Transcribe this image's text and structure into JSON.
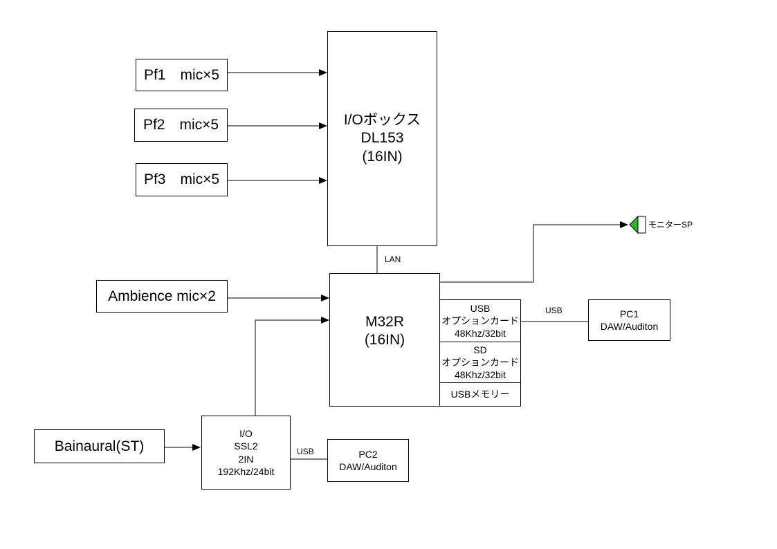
{
  "inputs": {
    "pf1": "Pf1　mic×5",
    "pf2": "Pf2　mic×5",
    "pf3": "Pf3　mic×5",
    "ambience": "Ambience mic×2",
    "binaural": "Bainaural(ST)"
  },
  "io_box": {
    "line1": "I/Oボックス",
    "line2": "DL153",
    "line3": "(16IN)"
  },
  "link_lan": "LAN",
  "mixer": {
    "line1": "M32R",
    "line2": "(16IN)"
  },
  "usb_card": {
    "line1": "USB",
    "line2": "オプションカード",
    "line3": "48Khz/32bit"
  },
  "sd_card": {
    "line1": "SD",
    "line2": "オプションカード",
    "line3": "48Khz/32bit"
  },
  "usb_memory": "USBメモリー",
  "monitor": {
    "label": "モニターSP",
    "color": "#22bb22"
  },
  "link_usb_pc1": "USB",
  "pc1": {
    "line1": "PC1",
    "line2": "DAW/Auditon"
  },
  "ssl2": {
    "line1": "I/O",
    "line2": "SSL2",
    "line3": "2IN",
    "line4": "192Khz/24bit"
  },
  "link_usb_pc2": "USB",
  "pc2": {
    "line1": "PC2",
    "line2": "DAW/Auditon"
  }
}
